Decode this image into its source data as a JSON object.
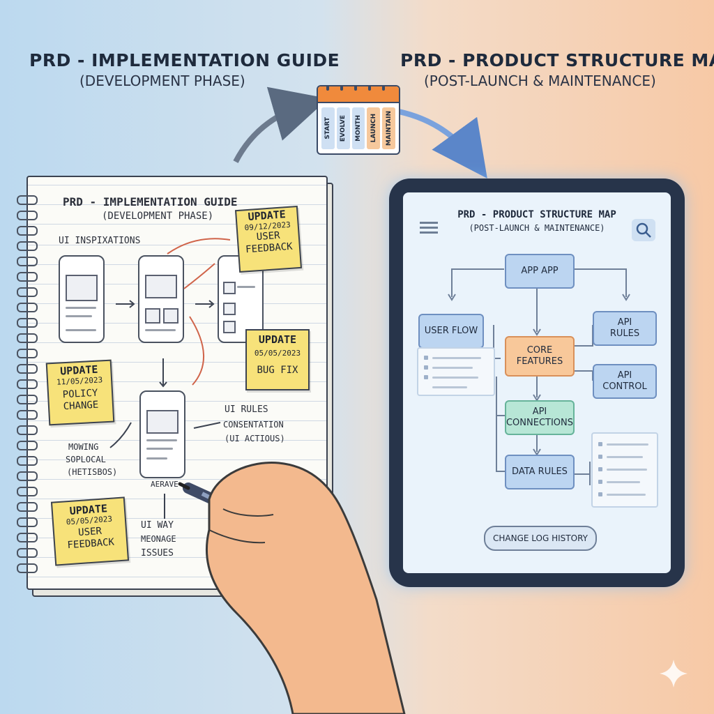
{
  "left_header": {
    "title": "PRD - IMPLEMENTATION GUIDE",
    "subtitle": "(DEVELOPMENT PHASE)"
  },
  "right_header": {
    "title": "PRD - PRODUCT STRUCTURE MAP",
    "subtitle": "(POST-LAUNCH & MAINTENANCE)"
  },
  "calendar": {
    "columns": [
      "START",
      "EVOLVE",
      "MONTH",
      "LAUNCH",
      "MAINTAIN"
    ]
  },
  "notebook": {
    "title": "PRD - IMPLEMENTATION GUIDE",
    "subtitle": "(DEVELOPMENT PHASE)",
    "ui_inspirations": "UI INSPIXATIONS",
    "ui_rules": "UI RULES",
    "consentation": "CONSENTATION",
    "ui_actious": "(UI ACTIOUS)",
    "mowing": "MOWING",
    "soplocal": "SOPLOCAL",
    "hetisbos": "(HETISBOS)",
    "aerave": "AERAVE",
    "ui_way": "UI WAY",
    "meonage": "MEONAGE",
    "issues": "ISSUES",
    "sticky_1": {
      "heading": "UPDATE",
      "date": "09/12/2023",
      "line1": "USER",
      "line2": "FEEDBACK"
    },
    "sticky_2": {
      "heading": "UPDATE",
      "date": "05/05/2023",
      "line1": "BUG FIX"
    },
    "sticky_3": {
      "heading": "UPDATE",
      "date": "11/05/2023",
      "line1": "POLICY",
      "line2": "CHANGE"
    },
    "sticky_4": {
      "heading": "UPDATE",
      "date": "05/05/2023",
      "line1": "USER",
      "line2": "FEEDBACK"
    }
  },
  "tablet": {
    "title": "PRD - PRODUCT STRUCTURE MAP",
    "subtitle": "(POST-LAUNCH & MAINTENANCE)",
    "menu_icon": "hamburger-menu-icon",
    "search_icon": "search-icon",
    "nodes": {
      "app": "APP APP",
      "user_flow": "USER FLOW",
      "api_rules_1": "API",
      "api_rules_2": "RULES",
      "core_1": "CORE",
      "core_2": "FEATURES",
      "api_control_1": "API",
      "api_control_2": "CONTROL",
      "api_conn_1": "API",
      "api_conn_2": "CONNECTIONS",
      "data_rules": "DATA RULES"
    },
    "change_log_button": "CHANGE LOG HISTORY"
  },
  "colors": {
    "sticky": "#f7e27a",
    "core_node": "#f8c89a",
    "connections_node": "#b7e6d6",
    "blue_node": "#bcd5f1",
    "calendar_top": "#f08a3c"
  }
}
